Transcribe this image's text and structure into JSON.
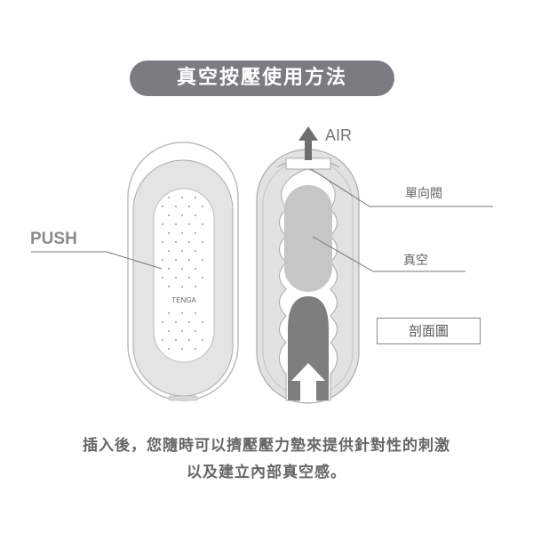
{
  "title": "真空按壓使用方法",
  "labels": {
    "push": "PUSH",
    "air": "AIR",
    "check_valve": "單向閥",
    "vacuum": "真空",
    "cross_section": "剖面圖",
    "brand": "TENGA"
  },
  "caption": {
    "line1": "插入後，您隨時可以擠壓壓力墊來提供針對性的刺激",
    "line2": "以及建立內部真空感。"
  },
  "colors": {
    "pill": "#7c7b80",
    "text": "#666666",
    "device_body": "#e3e3e3",
    "vacuum_fill": "#c8c8c8",
    "insert_fill": "#7e7e7e"
  }
}
